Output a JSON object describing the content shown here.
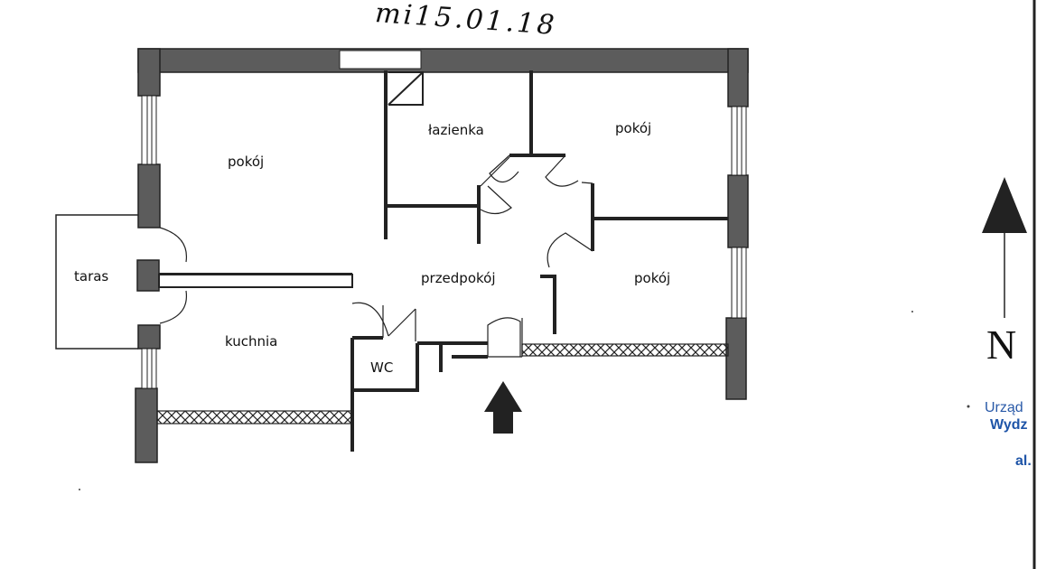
{
  "annotation": {
    "handwritten_date": "mi15.01.18"
  },
  "rooms": {
    "pokoj_top_left": "pokój",
    "lazienka": "łazienka",
    "pokoj_top_right": "pokój",
    "taras": "taras",
    "przedpokoj": "przedpokój",
    "pokoj_right": "pokój",
    "kuchnia": "kuchnia",
    "wc": "WC"
  },
  "compass": {
    "letter": "N"
  },
  "office_stamp": {
    "line1": "Urząd",
    "line2": "Wydz",
    "line3": "al."
  },
  "colors": {
    "wall": "#5a5a5a",
    "line": "#222222",
    "office_text": "#2a5aa8"
  }
}
